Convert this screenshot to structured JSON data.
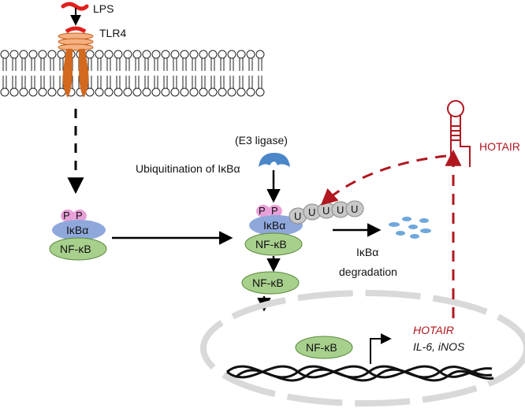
{
  "labels": {
    "lps": "LPS",
    "tlr4": "TLR4",
    "e3_ligase": "(E3 ligase)",
    "ubiquitination": "Ubiquitination of IκBα",
    "phospho": "P",
    "ikba": "IκBα",
    "nfkb": "NF-κB",
    "ubiquitin": "U",
    "degradation_line1": "IκBα",
    "degradation_line2": "degradation",
    "hotair_rna": "HOTAIR",
    "hotair_gene": "HOTAIR",
    "genes": "IL-6, iNOS"
  },
  "colors": {
    "red": "#b0171f",
    "tlr4_orange": "#d2691e",
    "ikba_blue": "#8fa8dc",
    "nfkb_green": "#a8d08d",
    "phospho_pink": "#e8a0d8",
    "ubiquitin_gray": "#c8c8c8",
    "e3_blue": "#6fa8dc",
    "membrane_gray": "#d9d9d9"
  }
}
